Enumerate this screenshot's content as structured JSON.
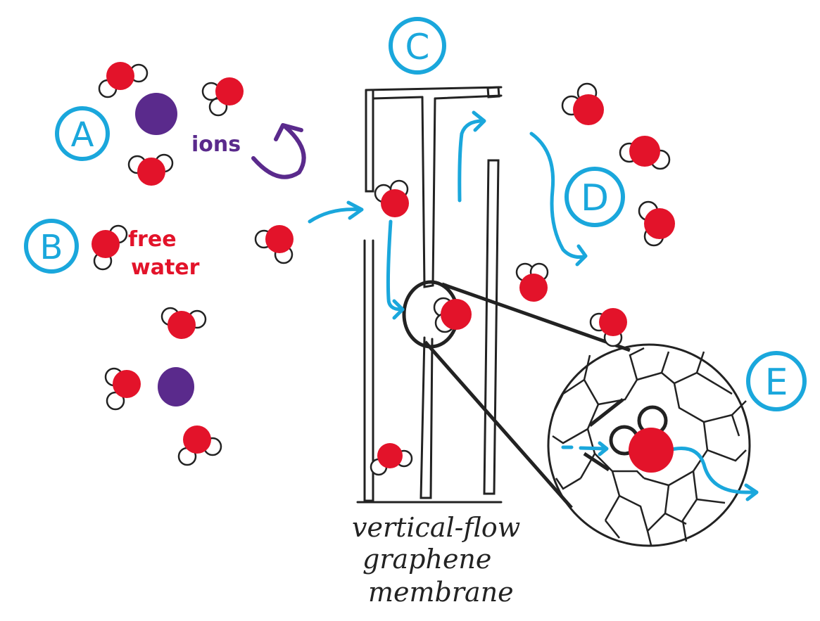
{
  "colors": {
    "label_blue": "#1aa7dc",
    "water_red": "#e3132a",
    "ion_purple": "#5a2a8c",
    "ink": "#222222",
    "free_water_red": "#e3132a"
  },
  "labels": {
    "a": "A",
    "b": "B",
    "c": "C",
    "d": "D",
    "e": "E",
    "ions": "ions",
    "free_1": "free",
    "free_2": "water",
    "membrane_1": "vertical-flow",
    "membrane_2": "graphene",
    "membrane_3": "membrane"
  },
  "icons": {
    "water_molecule": "water-molecule-icon",
    "ion": "ion-icon",
    "flow_arrow": "flow-arrow-icon",
    "rotate_arrow": "rotate-arrow-icon",
    "magnifier": "magnifier-circle-icon"
  }
}
